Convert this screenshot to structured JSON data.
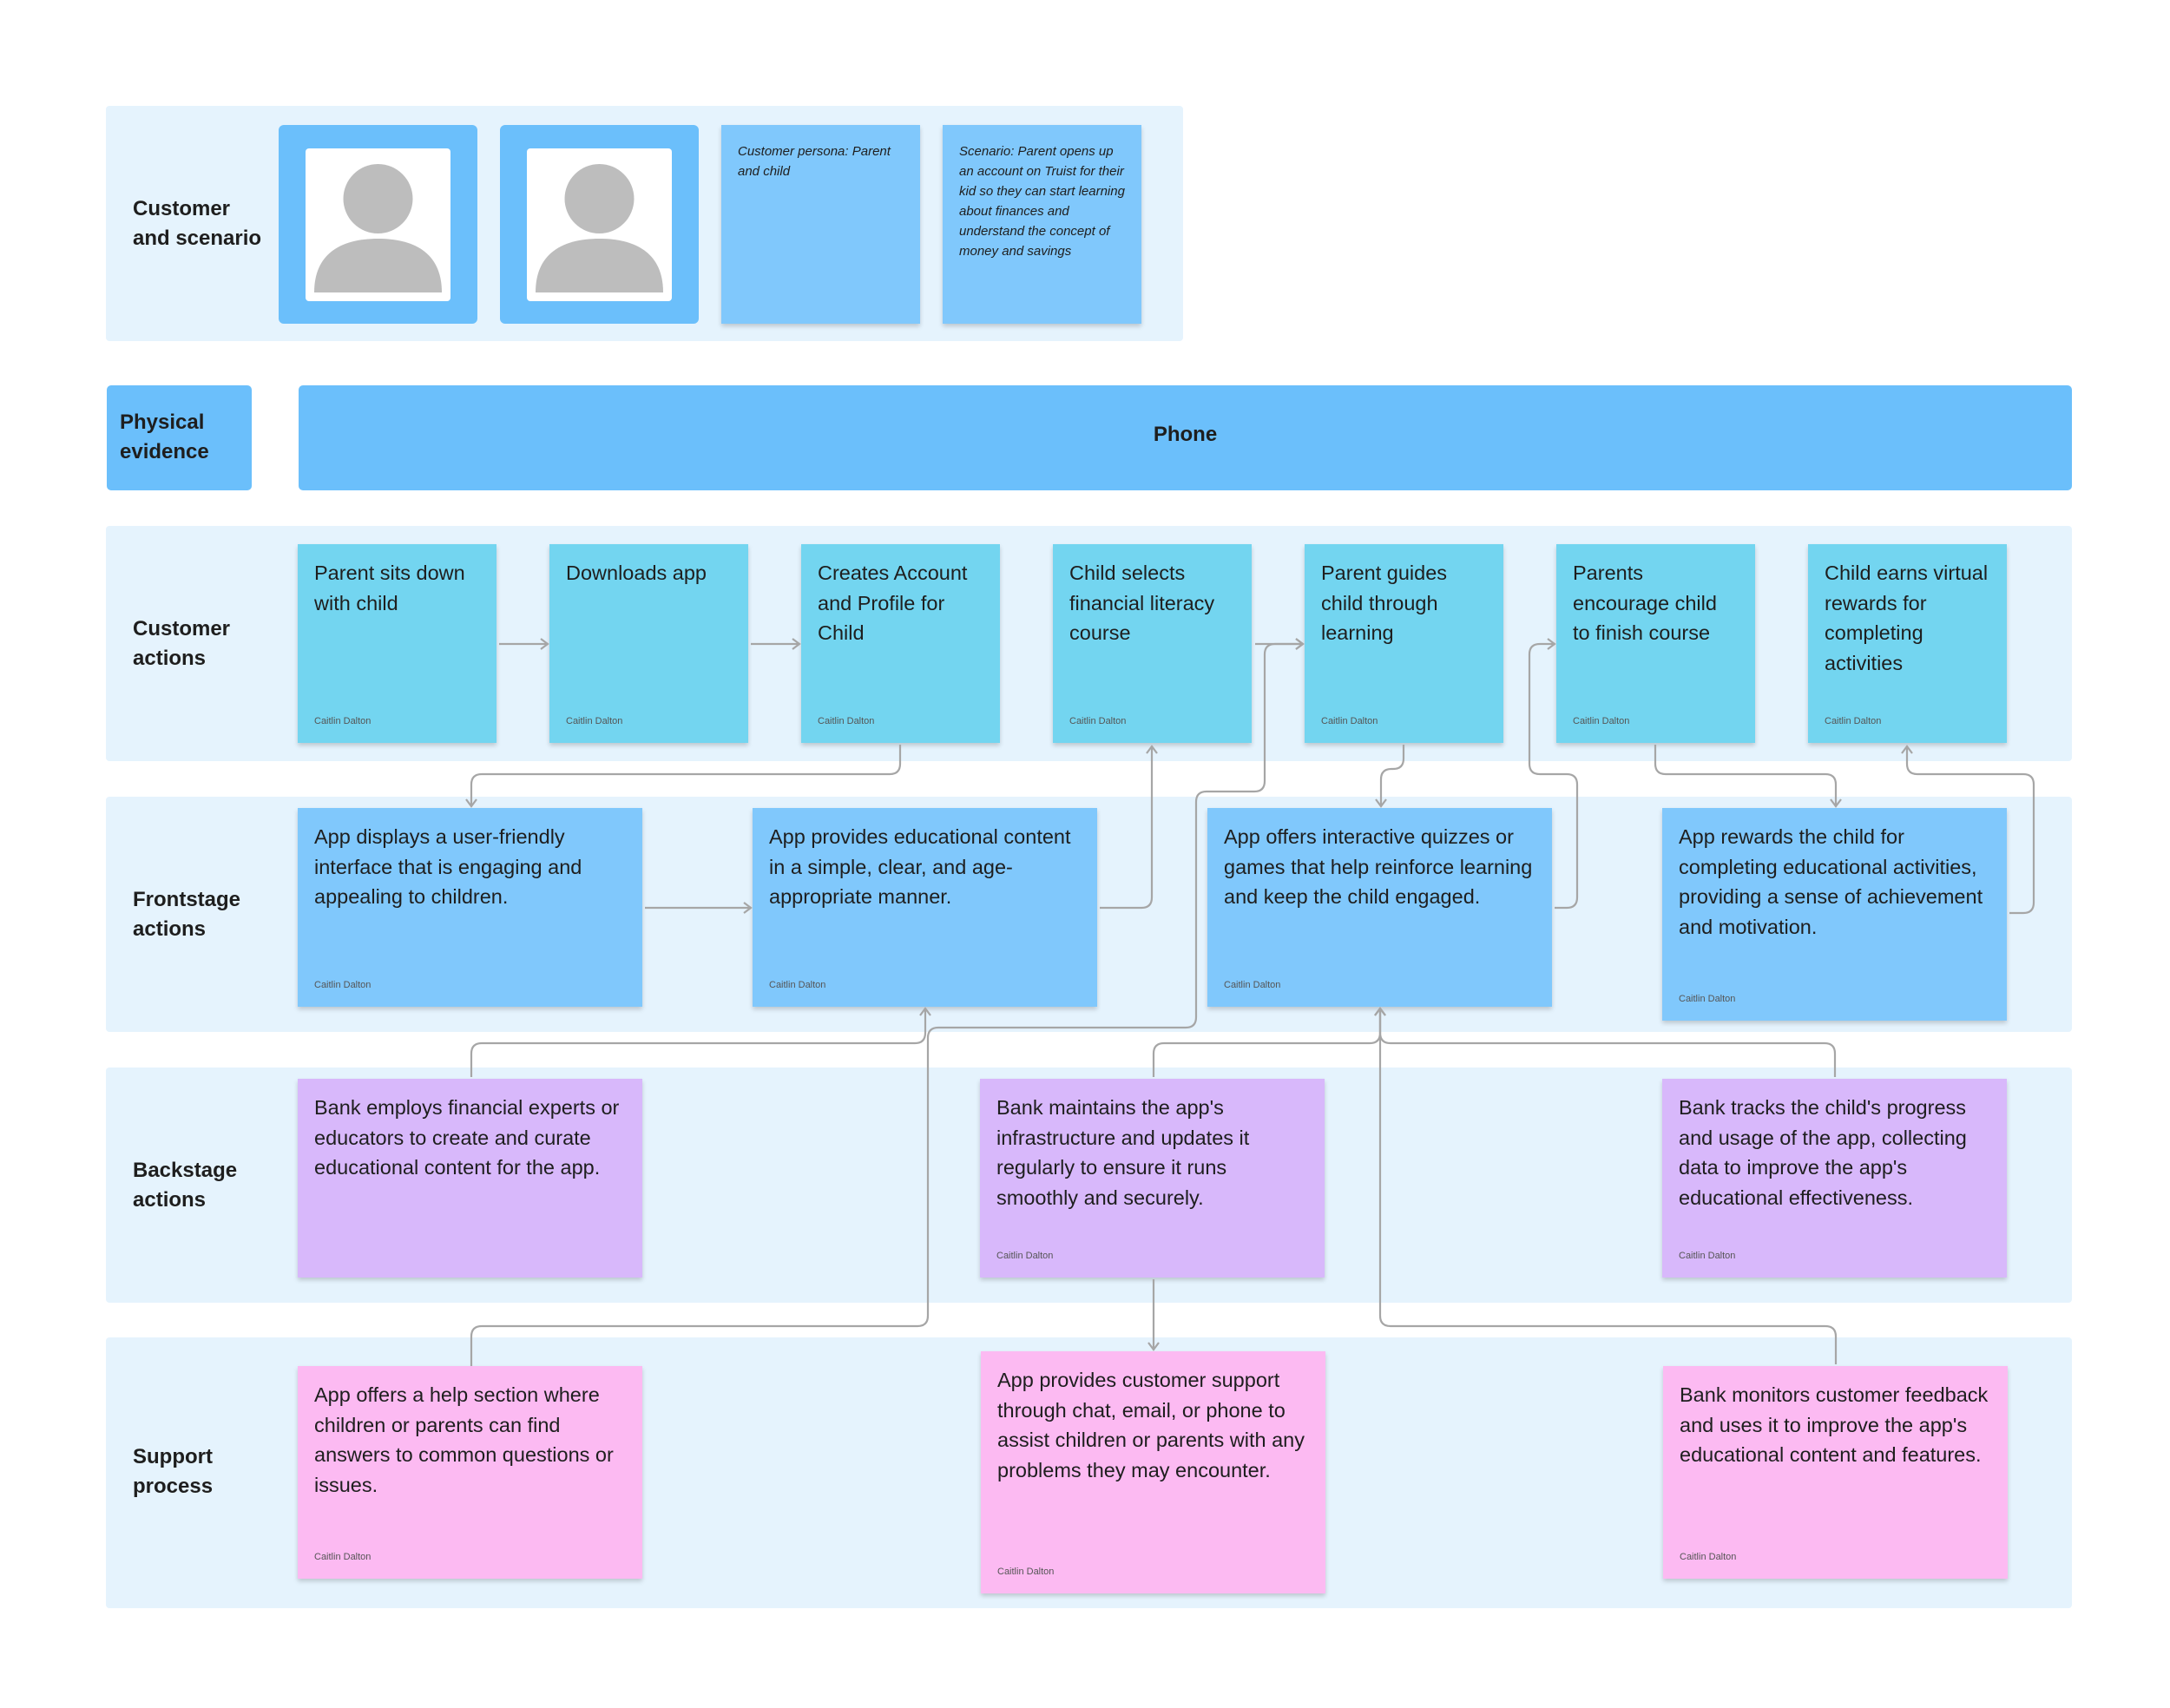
{
  "lanes": {
    "customer_scenario": "Customer\nand scenario",
    "physical_evidence": "Physical\nevidence",
    "customer_actions": "Customer\nactions",
    "frontstage_actions": "Frontstage\nactions",
    "backstage_actions": "Backstage\nactions",
    "support_process": "Support\nprocess"
  },
  "persona": {
    "note": "Customer persona: Parent and child",
    "scenario": "Scenario: Parent opens up an account on Truist for their kid so they can start learning about finances and understand the concept of money and savings"
  },
  "physical_evidence": {
    "phone": "Phone"
  },
  "author": "Caitlin Dalton",
  "customer_actions": [
    "Parent sits down with child",
    "Downloads app",
    "Creates Account and Profile for Child",
    "Child selects financial literacy course",
    "Parent guides child through learning",
    "Parents encourage child to finish course",
    "Child earns virtual rewards for completing activities"
  ],
  "frontstage_actions": [
    "App displays a user-friendly interface that is engaging and appealing to children.",
    "App provides educational content in a simple, clear, and age-appropriate manner.",
    "App offers interactive quizzes or games that help reinforce learning and keep the child engaged.",
    "App rewards the child for completing educational activities, providing a sense of achievement and motivation."
  ],
  "backstage_actions": [
    "Bank employs financial experts or educators to create and curate educational content for the app.",
    "Bank maintains the app's infrastructure and updates it regularly to ensure it runs smoothly and securely.",
    "Bank tracks the child's progress and usage of the app, collecting data to improve the app's educational effectiveness."
  ],
  "support_process": [
    "App offers a help section where children or parents can find answers to common questions or issues.",
    "App provides customer support through chat, email, or phone to assist children or parents with any problems they may encounter.",
    "Bank monitors customer feedback and uses it to improve the app's educational content and features."
  ],
  "colors": {
    "lane_bg": "#e5f3fd",
    "cyan_sticky": "#73d5f0",
    "blue_sticky": "#80c8fc",
    "purple_sticky": "#d8b8fb",
    "pink_sticky": "#fcbaf2",
    "evidence_blue": "#6bbffb",
    "connector": "#a6a6a6"
  }
}
